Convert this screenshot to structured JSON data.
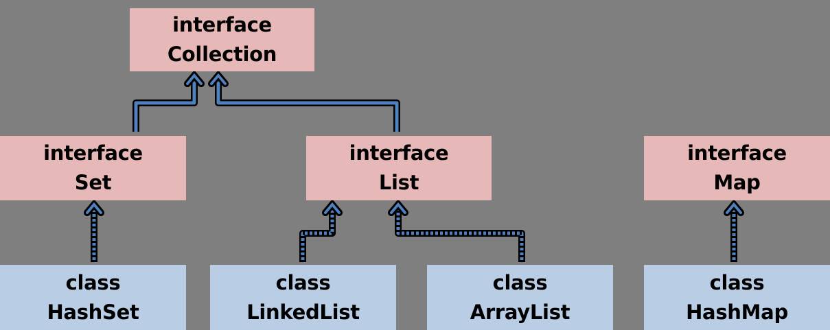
{
  "colors": {
    "background": "#7f7f7f",
    "interface_fill": "#e6b9b8",
    "class_fill": "#b9cde5",
    "arrow_fill": "#4f81bd",
    "arrow_outline": "#000000"
  },
  "nodes": {
    "collection": {
      "kind": "interface",
      "name": "Collection"
    },
    "set": {
      "kind": "interface",
      "name": "Set"
    },
    "list": {
      "kind": "interface",
      "name": "List"
    },
    "map": {
      "kind": "interface",
      "name": "Map"
    },
    "hashset": {
      "kind": "class",
      "name": "HashSet"
    },
    "linkedlist": {
      "kind": "class",
      "name": "LinkedList"
    },
    "arraylist": {
      "kind": "class",
      "name": "ArrayList"
    },
    "hashmap": {
      "kind": "class",
      "name": "HashMap"
    }
  },
  "edges": [
    {
      "from": "set",
      "to": "collection",
      "style": "solid"
    },
    {
      "from": "list",
      "to": "collection",
      "style": "solid"
    },
    {
      "from": "hashset",
      "to": "set",
      "style": "dashed"
    },
    {
      "from": "linkedlist",
      "to": "list",
      "style": "dashed"
    },
    {
      "from": "arraylist",
      "to": "list",
      "style": "dashed"
    },
    {
      "from": "hashmap",
      "to": "map",
      "style": "dashed"
    }
  ]
}
